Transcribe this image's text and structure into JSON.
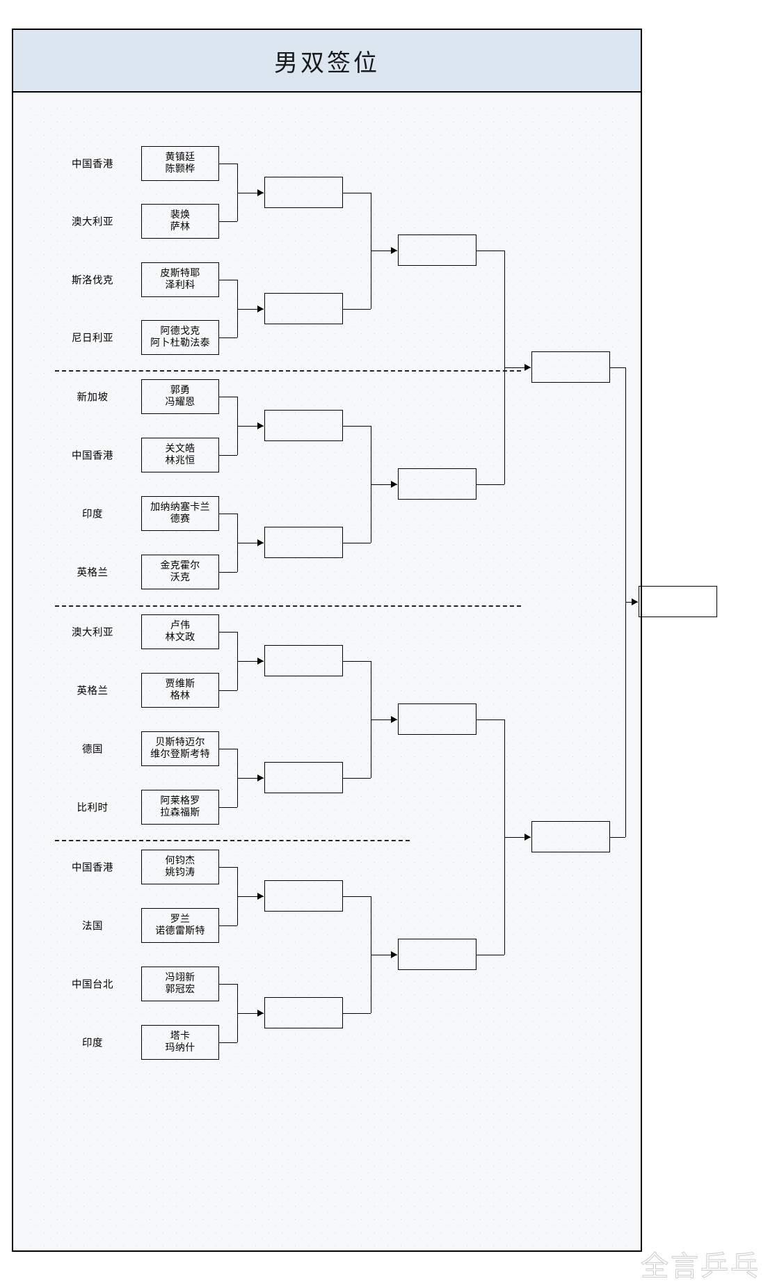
{
  "header": {
    "title": "男双签位"
  },
  "watermark": {
    "text": "全言乒乓"
  },
  "bracket": {
    "round1": [
      {
        "country": "中国香港",
        "player1": "黄镇廷",
        "player2": "陈颢桦"
      },
      {
        "country": "澳大利亚",
        "player1": "裴焕",
        "player2": "萨林"
      },
      {
        "country": "斯洛伐克",
        "player1": "皮斯特耶",
        "player2": "泽利科"
      },
      {
        "country": "尼日利亚",
        "player1": "阿德戈克",
        "player2": "阿卜杜勒法泰"
      },
      {
        "country": "新加坡",
        "player1": "郭勇",
        "player2": "冯耀恩"
      },
      {
        "country": "中国香港",
        "player1": "关文皓",
        "player2": "林兆恒"
      },
      {
        "country": "印度",
        "player1": "加纳纳塞卡兰",
        "player2": "德赛"
      },
      {
        "country": "英格兰",
        "player1": "金克霍尔",
        "player2": "沃克"
      },
      {
        "country": "澳大利亚",
        "player1": "卢伟",
        "player2": "林文政"
      },
      {
        "country": "英格兰",
        "player1": "贾维斯",
        "player2": "格林"
      },
      {
        "country": "德国",
        "player1": "贝斯特迈尔",
        "player2": "维尔登斯考特"
      },
      {
        "country": "比利时",
        "player1": "阿莱格罗",
        "player2": "拉森福斯"
      },
      {
        "country": "中国香港",
        "player1": "何钧杰",
        "player2": "姚钧涛"
      },
      {
        "country": "法国",
        "player1": "罗兰",
        "player2": "诺德雷斯特"
      },
      {
        "country": "中国台北",
        "player1": "冯翊新",
        "player2": "郭冠宏"
      },
      {
        "country": "印度",
        "player1": "塔卡",
        "player2": "玛纳什"
      }
    ],
    "round2": [
      "",
      "",
      "",
      "",
      "",
      "",
      "",
      ""
    ],
    "round3": [
      "",
      "",
      "",
      ""
    ],
    "round4": [
      "",
      ""
    ],
    "final": [
      ""
    ]
  }
}
